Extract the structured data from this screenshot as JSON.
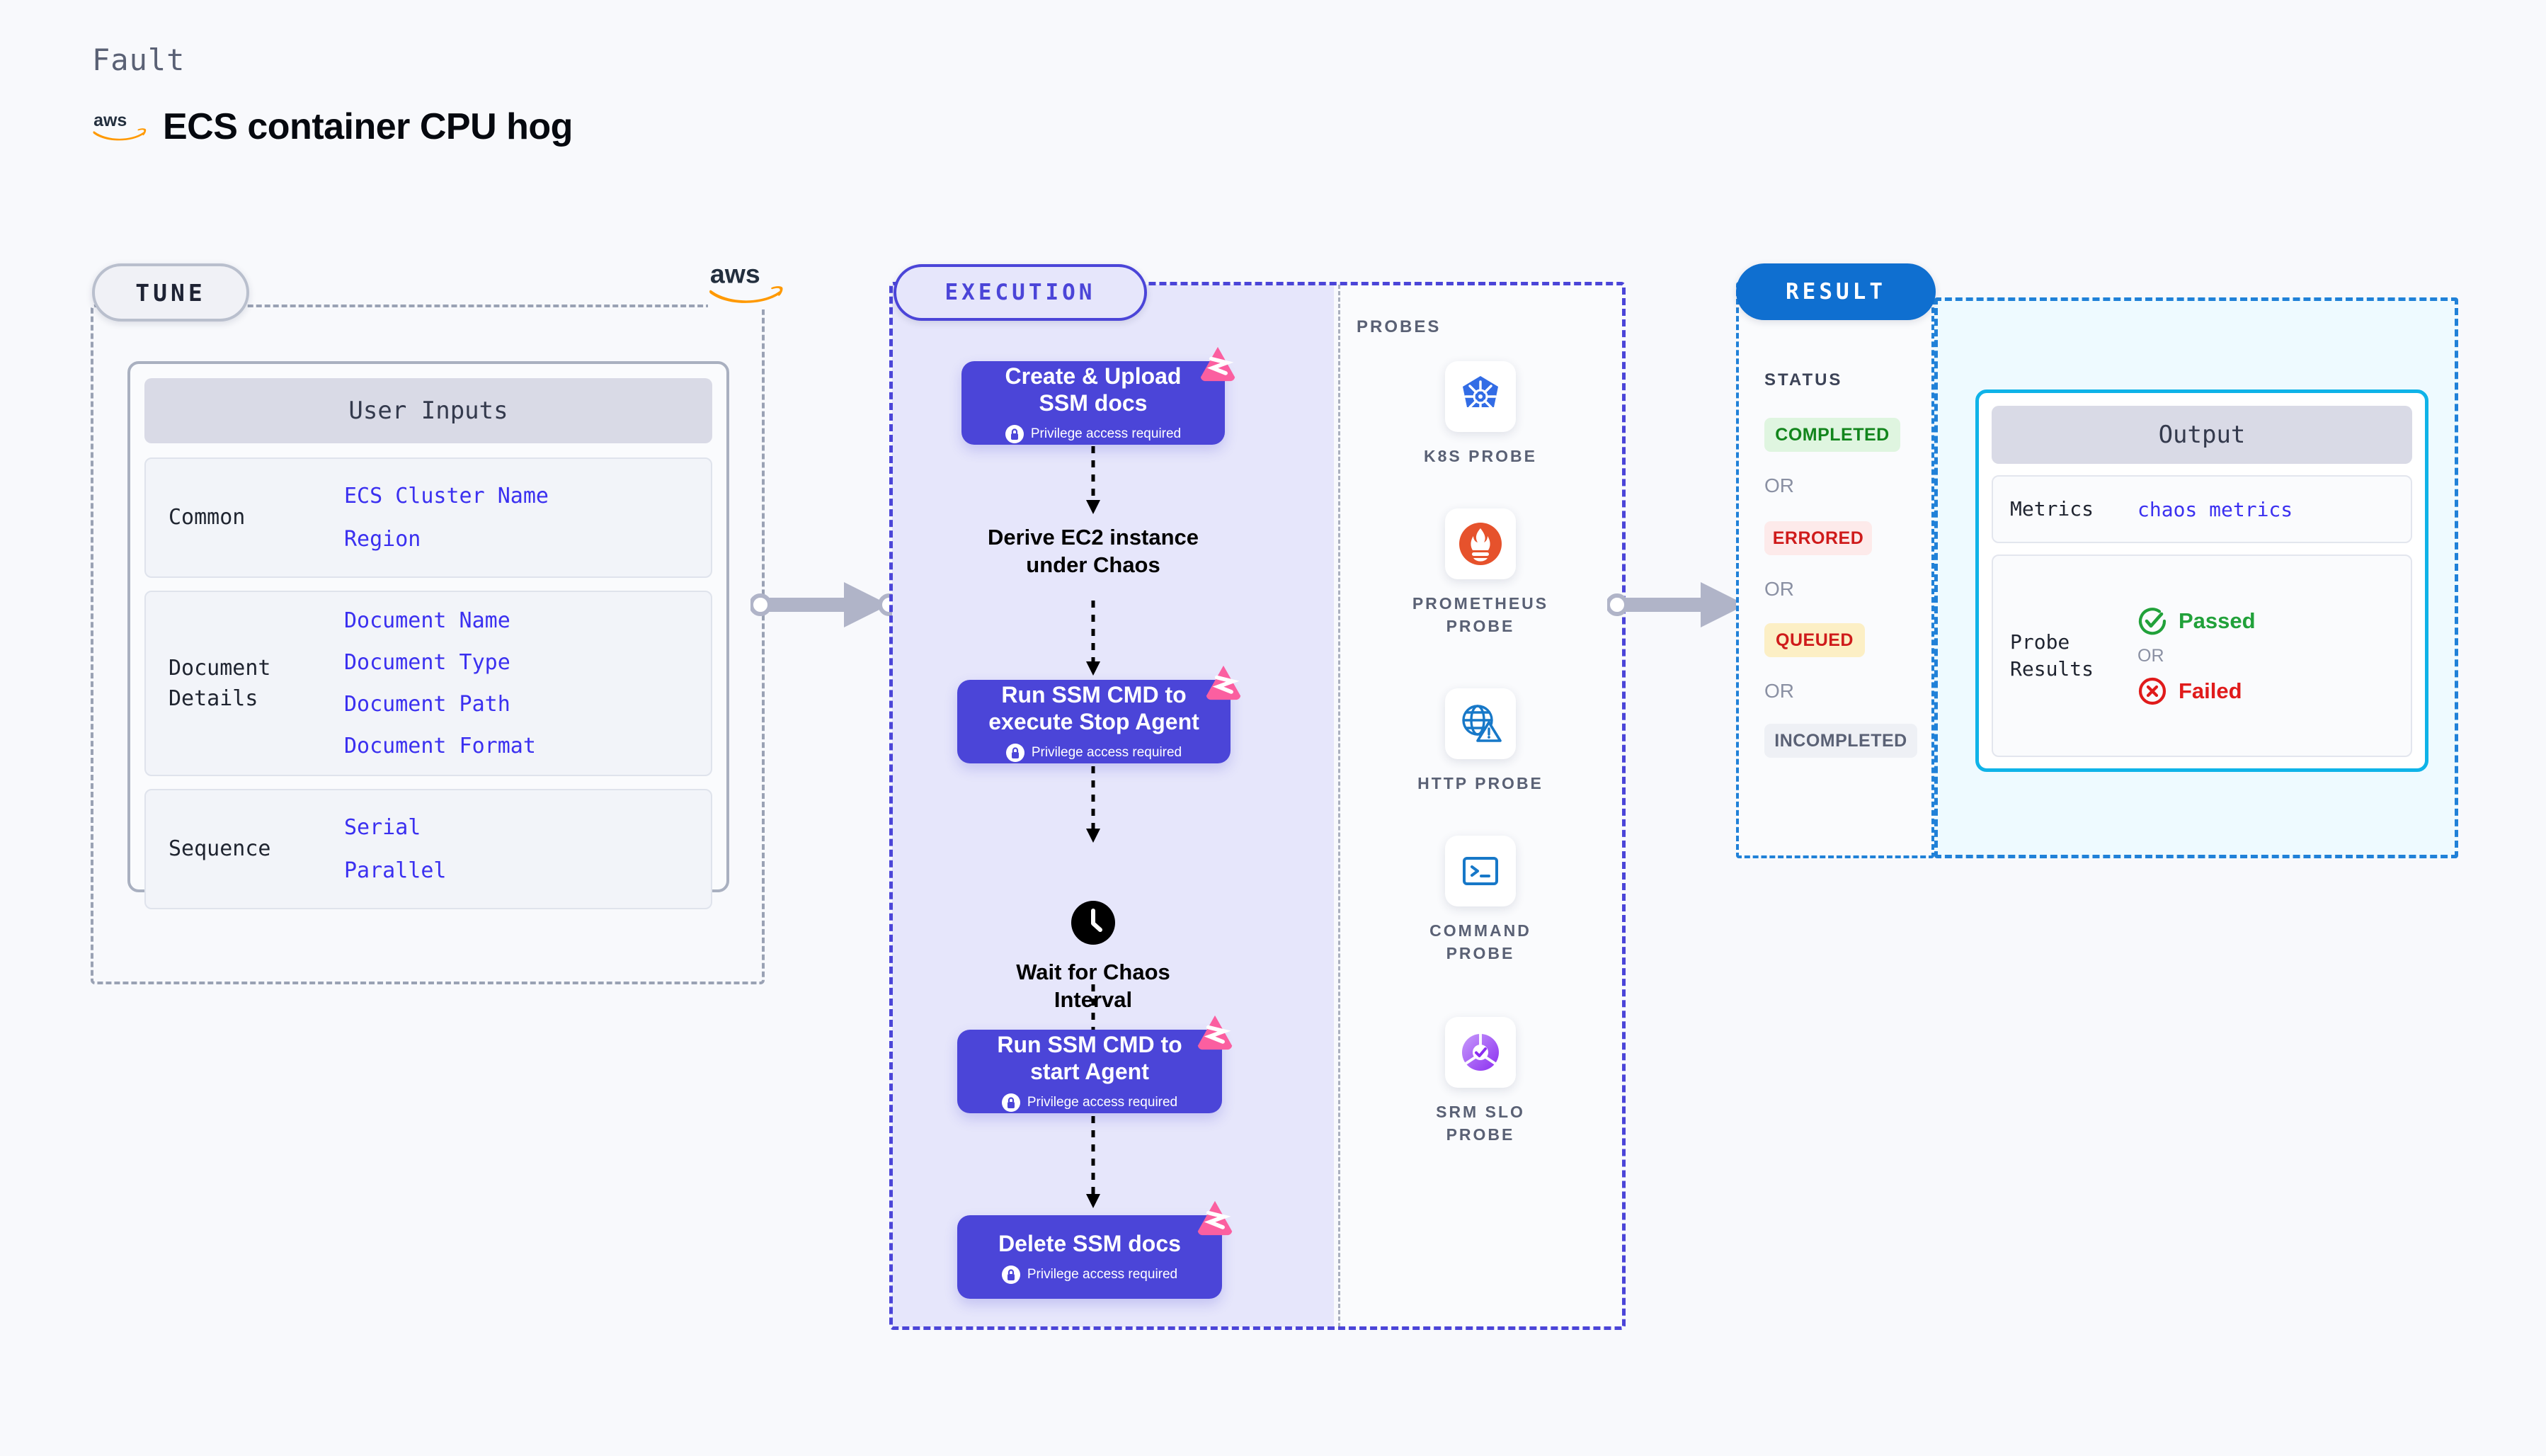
{
  "header": {
    "fault_label": "Fault",
    "title": "ECS container CPU hog",
    "logo": "aws-logo"
  },
  "tune": {
    "badge": "TUNE",
    "corner_logo": "aws-logo",
    "card_title": "User Inputs",
    "rows": [
      {
        "key": "Common",
        "values": [
          "ECS Cluster Name",
          "Region"
        ]
      },
      {
        "key": "Document\nDetails",
        "values": [
          "Document Name",
          "Document Type",
          "Document Path",
          "Document Format"
        ]
      },
      {
        "key": "Sequence",
        "values": [
          "Serial",
          "Parallel"
        ]
      }
    ]
  },
  "execution": {
    "badge": "EXECUTION",
    "privilege_text": "Privilege access required",
    "nodes": [
      {
        "type": "action",
        "label": "Create & Upload\nSSM docs",
        "privilege": true,
        "litmus": true
      },
      {
        "type": "plain",
        "label": "Derive EC2 instance\nunder Chaos"
      },
      {
        "type": "action",
        "label": "Run SSM CMD to\nexecute Stop Agent",
        "privilege": true,
        "litmus": true
      },
      {
        "type": "clock",
        "label": "Wait for Chaos\nInterval",
        "icon": "clock-icon"
      },
      {
        "type": "action",
        "label": "Run SSM CMD to\nstart Agent",
        "privilege": true,
        "litmus": true
      },
      {
        "type": "action",
        "label": "Delete SSM docs",
        "privilege": true,
        "litmus": true
      }
    ]
  },
  "probes": {
    "title": "PROBES",
    "items": [
      {
        "label": "K8S PROBE",
        "icon": "kubernetes-icon"
      },
      {
        "label": "PROMETHEUS\nPROBE",
        "icon": "prometheus-icon"
      },
      {
        "label": "HTTP PROBE",
        "icon": "http-globe-icon"
      },
      {
        "label": "COMMAND\nPROBE",
        "icon": "terminal-icon"
      },
      {
        "label": "SRM SLO\nPROBE",
        "icon": "srm-slo-icon"
      }
    ]
  },
  "result": {
    "badge": "RESULT",
    "status_title": "STATUS",
    "or_label": "OR",
    "statuses": [
      {
        "label": "COMPLETED",
        "bg": "#dff5e0",
        "fg": "#12851c"
      },
      {
        "label": "ERRORED",
        "bg": "#fdeaea",
        "fg": "#cf1b1b"
      },
      {
        "label": "QUEUED",
        "bg": "#fcefc5",
        "fg": "#cf1b1b"
      },
      {
        "label": "INCOMPLETED",
        "bg": "#eef0f5",
        "fg": "#5a6175"
      }
    ],
    "output": {
      "title": "Output",
      "metrics_key": "Metrics",
      "metrics_value": "chaos metrics",
      "probe_results_key": "Probe\nResults",
      "passed_label": "Passed",
      "failed_label": "Failed",
      "or_label": "OR"
    }
  },
  "colors": {
    "background": "#f8f9fc",
    "indigo": "#4b45d8",
    "blue": "#0f6fd0",
    "cyan": "#0fb3e8",
    "pink": "#fb5fa0",
    "link": "#3b30f0",
    "green": "#12851c",
    "red": "#cf1b1b"
  }
}
